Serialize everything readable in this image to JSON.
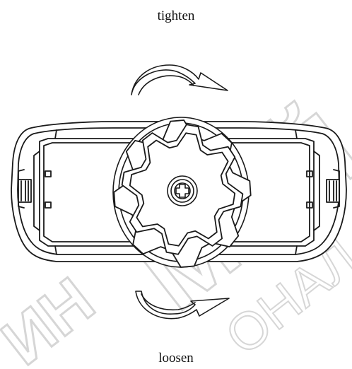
{
  "diagram": {
    "label_top": "tighten",
    "label_bottom": "loosen",
    "watermark_primary": "МАЙ",
    "watermark_secondary": "ОНАЛ",
    "watermark_left": "ИН",
    "colors": {
      "stroke": "#1a1a1a",
      "watermark": "#d6d6d6",
      "fill": "#ffffff"
    }
  }
}
